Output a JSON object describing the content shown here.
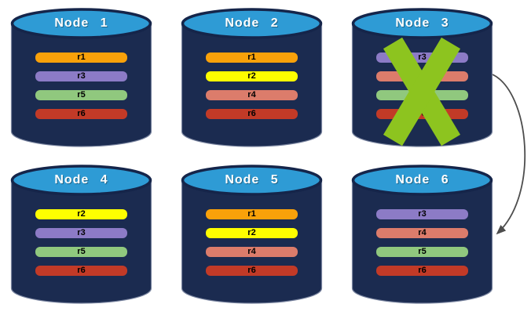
{
  "diagram": {
    "description": "Six database nodes with replica bars; Node 3 failed (green X) and its replicas point to Node 6",
    "colors": {
      "background": "#FFFFFF",
      "cylinder_body": "#1B2B50",
      "cylinder_top": "#2E9BD5",
      "cylinder_ring": "#15254A",
      "cylinder_edge": "#79849F",
      "node_title_text": "#FFFFFF",
      "replica_label_text": "#000000",
      "failure_x": "#8DC41F",
      "arrow": "#4D4D4D"
    },
    "nodes": [
      {
        "title": "Node 1",
        "failed": false,
        "replicas": [
          {
            "label": "r1",
            "color": "#F9A10A"
          },
          {
            "label": "r3",
            "color": "#8C7BC6"
          },
          {
            "label": "r5",
            "color": "#90C87E"
          },
          {
            "label": "r6",
            "color": "#C23A27"
          }
        ]
      },
      {
        "title": "Node 2",
        "failed": false,
        "replicas": [
          {
            "label": "r1",
            "color": "#F9A10A"
          },
          {
            "label": "r2",
            "color": "#FEFE00"
          },
          {
            "label": "r4",
            "color": "#DC7C6B"
          },
          {
            "label": "r6",
            "color": "#C23A27"
          }
        ]
      },
      {
        "title": "Node 3",
        "failed": true,
        "replicas": [
          {
            "label": "r3",
            "color": "#8C7BC6"
          },
          {
            "label": "r4",
            "color": "#DC7C6B"
          },
          {
            "label": "r5",
            "color": "#90C87E"
          },
          {
            "label": "r6",
            "color": "#C23A27"
          }
        ]
      },
      {
        "title": "Node 4",
        "failed": false,
        "replicas": [
          {
            "label": "r2",
            "color": "#FEFE00"
          },
          {
            "label": "r3",
            "color": "#8C7BC6"
          },
          {
            "label": "r5",
            "color": "#90C87E"
          },
          {
            "label": "r6",
            "color": "#C23A27"
          }
        ]
      },
      {
        "title": "Node 5",
        "failed": false,
        "replicas": [
          {
            "label": "r1",
            "color": "#F9A10A"
          },
          {
            "label": "r2",
            "color": "#FEFE00"
          },
          {
            "label": "r4",
            "color": "#DC7C6B"
          },
          {
            "label": "r6",
            "color": "#C23A27"
          }
        ]
      },
      {
        "title": "Node 6",
        "failed": false,
        "replicas": [
          {
            "label": "r3",
            "color": "#8C7BC6"
          },
          {
            "label": "r4",
            "color": "#DC7C6B"
          },
          {
            "label": "r5",
            "color": "#90C87E"
          },
          {
            "label": "r6",
            "color": "#C23A27"
          }
        ]
      }
    ],
    "failure_arrow": {
      "from": "Node 3",
      "to": "Node 6"
    }
  }
}
